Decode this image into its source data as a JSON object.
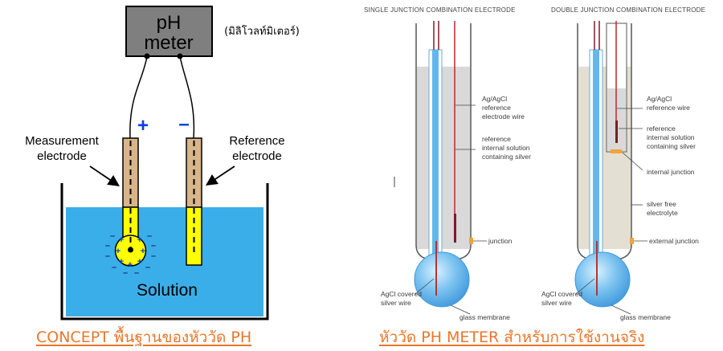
{
  "left": {
    "meter_line1": "pH",
    "meter_line2": "meter",
    "meter_note": "(มิลิโวลท์มิเตอร์)",
    "plus": "+",
    "minus": "–",
    "measurement_line1": "Measurement",
    "measurement_line2": "electrode",
    "reference_line1": "Reference",
    "reference_line2": "electrode",
    "solution": "Solution",
    "caption": "CONCEPT พื้นฐานของหัววัด PH"
  },
  "right": {
    "single_title": "SINGLE JUNCTION COMBINATION ELECTRODE",
    "double_title": "DOUBLE JUNCTION COMBINATION ELECTRODE",
    "single_labels": {
      "agcl_1": "Ag/AgCl",
      "agcl_2": "reference",
      "agcl_3": "electrode wire",
      "ref_1": "reference",
      "ref_2": "internal solution",
      "ref_3": "containing silver",
      "junction": "junction",
      "agcl_wire_1": "AgCl covered",
      "agcl_wire_2": "silver wire",
      "glass": "glass membrane"
    },
    "double_labels": {
      "agcl_1": "Ag/AgCl",
      "agcl_2": "reference wire",
      "ref_1": "reference",
      "ref_2": "internal solution",
      "ref_3": "containing silver",
      "internal_junction": "internal junction",
      "free_1": "silver free",
      "free_2": "electrolyte",
      "external_junction": "external junction",
      "agcl_wire_1": "AgCl covered",
      "agcl_wire_2": "silver wire",
      "glass": "glass membrane"
    },
    "caption": "หัววัด PH METER สำหรับการใช้งานจริง"
  },
  "colors": {
    "solution_blue": "#3aaee8",
    "electrode_tan": "#d8b58a",
    "yellow": "#ffff00",
    "meter_gray": "#7f7f7f",
    "caption_orange": "#e8762b",
    "glass_blue": "#64b7ec",
    "junction_orange": "#f2a33a"
  }
}
